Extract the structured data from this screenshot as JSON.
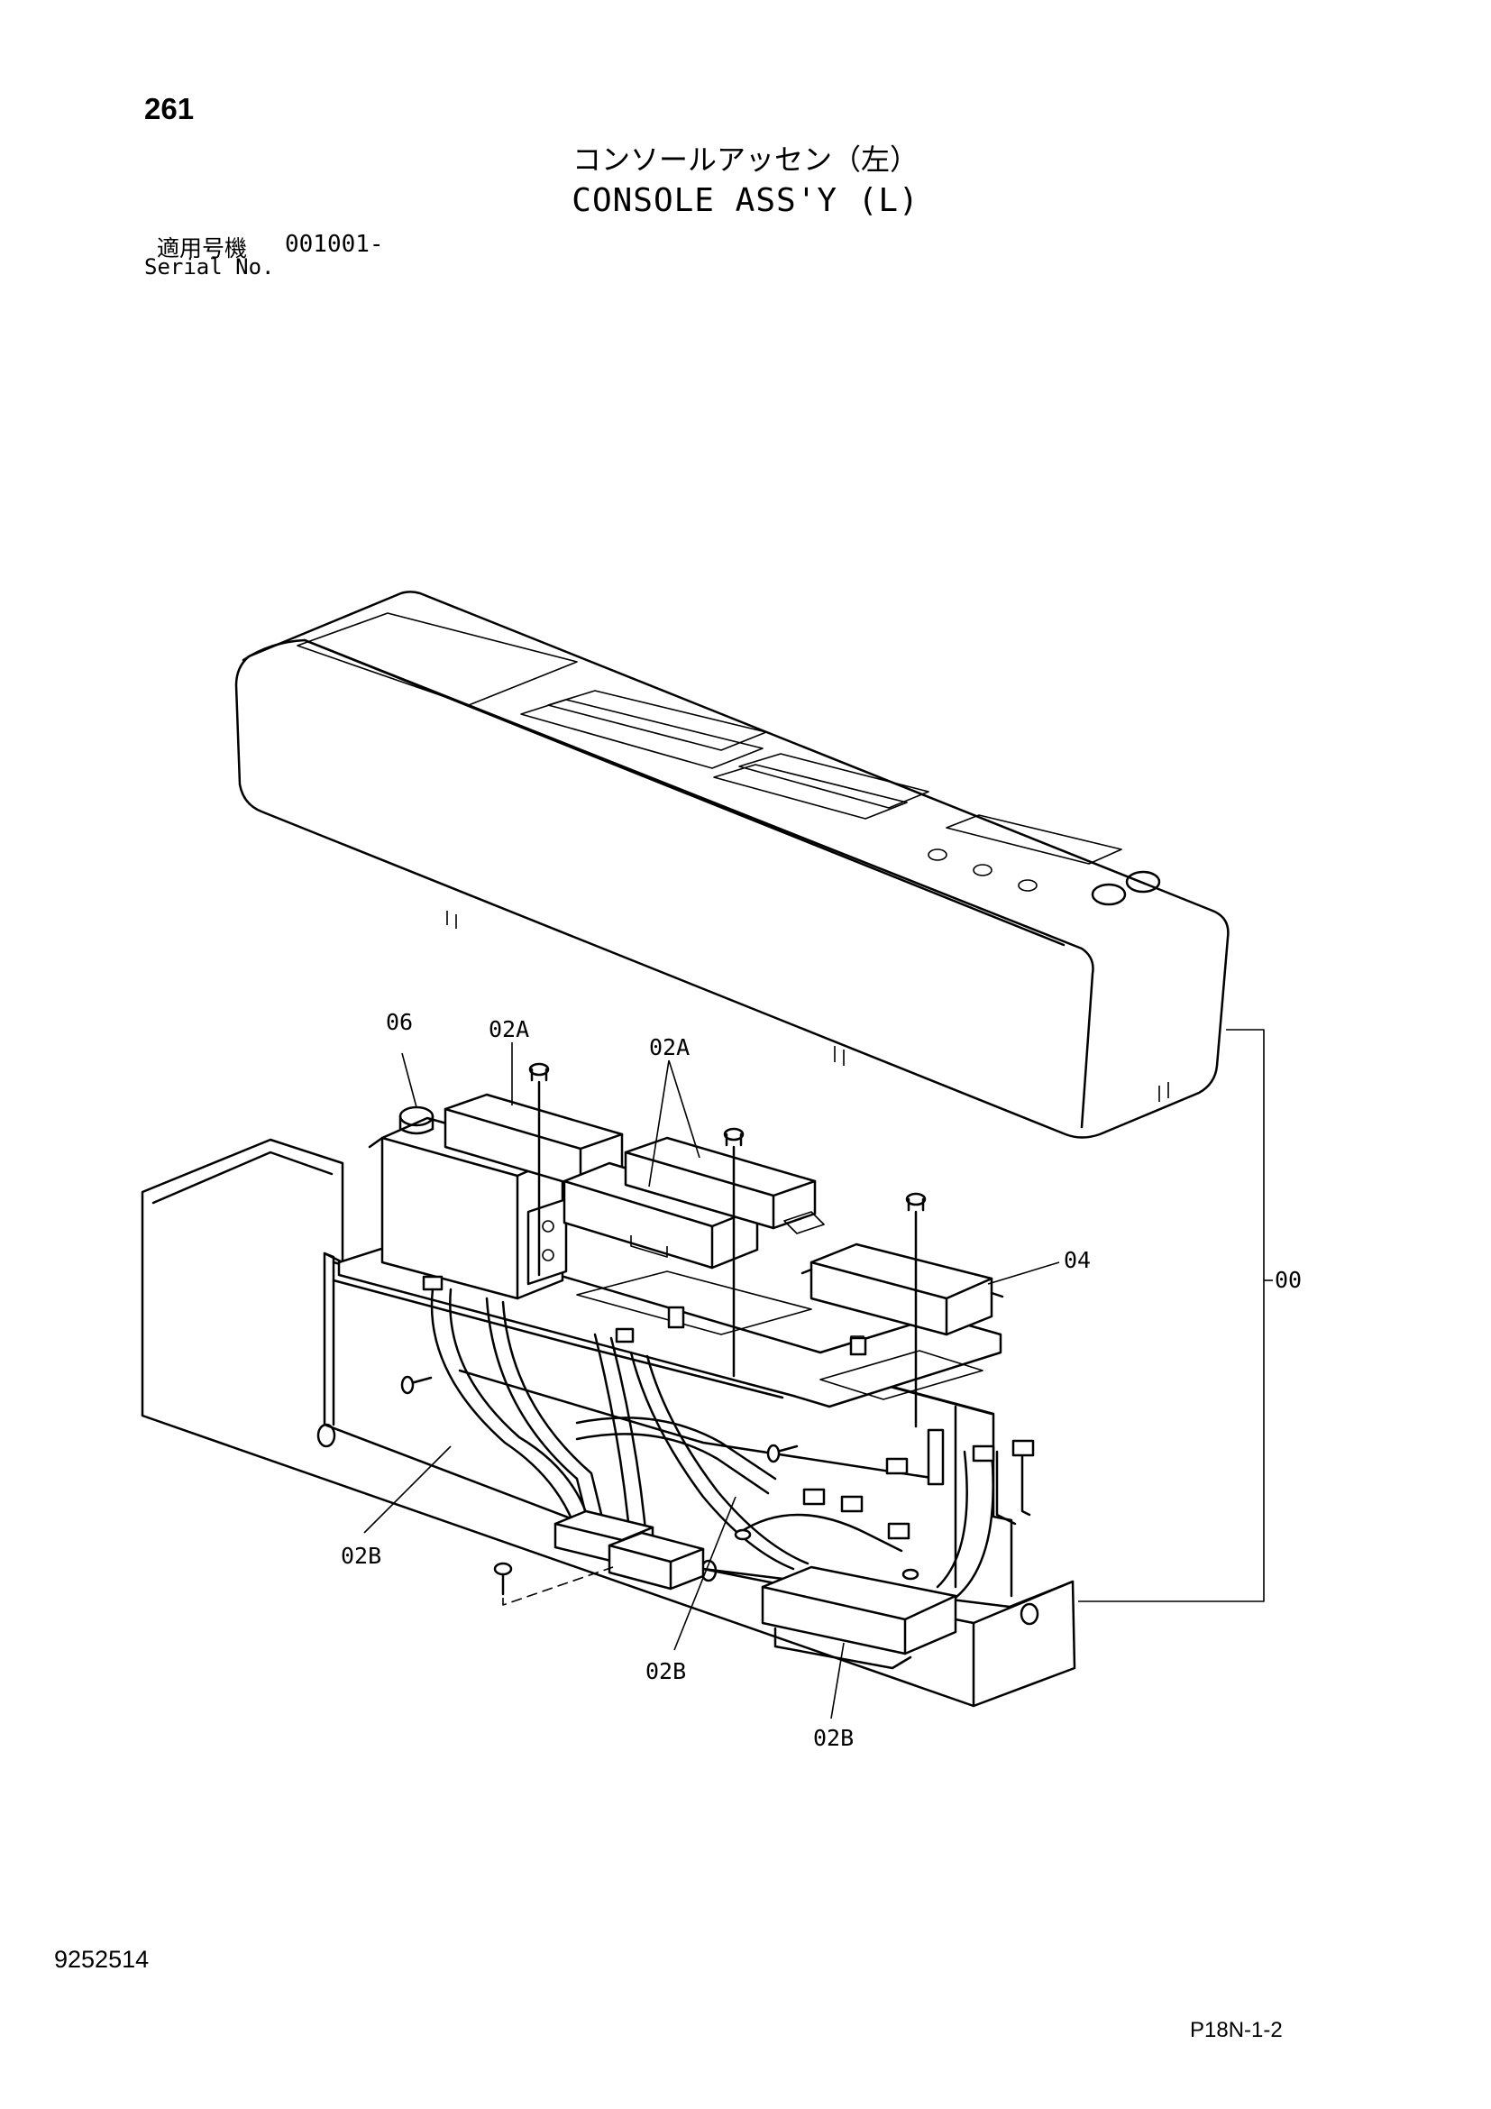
{
  "header": {
    "page_number": "261",
    "title_jp": "コンソールアッセン（左）",
    "title_en": "CONSOLE ASS'Y (L)",
    "serial_label_jp": "適用号機",
    "serial_value": "001001-",
    "serial_label_en": "Serial No."
  },
  "callouts": {
    "c06": "06",
    "c02a_top": "02A",
    "c02a_mid": "02A",
    "c04": "04",
    "c00": "00",
    "c02b_left": "02B",
    "c02b_center": "02B",
    "c02b_right": "02B"
  },
  "footer": {
    "document_number": "9252514",
    "page_code": "P18N-1-2"
  }
}
